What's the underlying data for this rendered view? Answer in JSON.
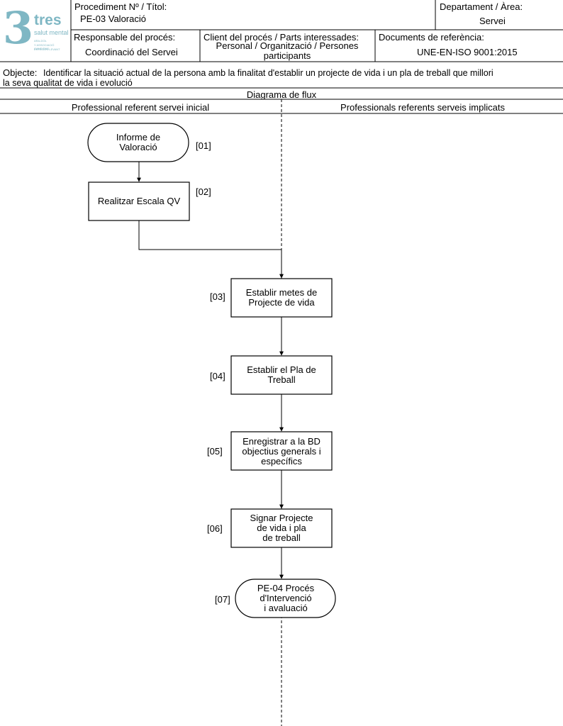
{
  "header": {
    "logo": {
      "number": "3",
      "word": "tres",
      "tagline": "salut mental",
      "small_lines": [
        "ARA-DOL",
        "Y ASSOCIACIÓ GANDIENS",
        "ESTELLES LEVANT"
      ]
    },
    "procediment_label": "Procediment Nº / Títol:",
    "procediment_value": "PE-03 Valoració",
    "departament_label": "Departament / Àrea:",
    "departament_value": "Servei",
    "responsable_label": "Responsable del procés:",
    "responsable_value": "Coordinació del Servei",
    "client_label": "Client del procés / Parts interessades:",
    "client_value_line1": "Personal / Organització / Persones",
    "client_value_line2": "participants",
    "documents_label": "Documents de referència:",
    "documents_value": "UNE-EN-ISO 9001:2015"
  },
  "objecte": {
    "label": "Objecte:",
    "text_line1": "Identificar la situació actual de la persona amb la finalitat d'establir un projecte de vida i un pla de treball que millori",
    "text_line2": "la seva qualitat de vida i evolució"
  },
  "diagram": {
    "title": "Diagrama de flux",
    "lane_left": "Professional referent servei inicial",
    "lane_right": "Professionals referents serveis implicats",
    "nodes": [
      {
        "id": "[01]",
        "shape": "terminal",
        "lines": [
          "Informe de",
          "Valoració"
        ]
      },
      {
        "id": "[02]",
        "shape": "process",
        "lines": [
          "Realitzar Escala QV"
        ]
      },
      {
        "id": "[03]",
        "shape": "process",
        "lines": [
          "Establir metes de",
          "Projecte de vida"
        ]
      },
      {
        "id": "[04]",
        "shape": "process",
        "lines": [
          "Establir el Pla de",
          "Treball"
        ]
      },
      {
        "id": "[05]",
        "shape": "process",
        "lines": [
          "Enregistrar a la BD",
          "objectius generals i",
          "específics"
        ]
      },
      {
        "id": "[06]",
        "shape": "process",
        "lines": [
          "Signar Projecte",
          "de vida i pla",
          "de treball"
        ]
      },
      {
        "id": "[07]",
        "shape": "terminal",
        "lines": [
          "PE-04 Procés",
          "d'Intervenció",
          "i avaluació"
        ]
      }
    ]
  }
}
